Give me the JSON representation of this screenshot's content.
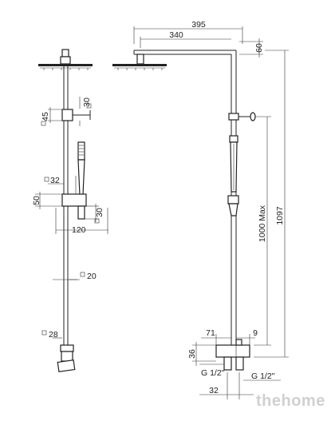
{
  "dimensions": {
    "width_total": "395",
    "width_arm": "340",
    "arm_height": "60",
    "height_total": "1097",
    "height_adjust": "1000 Max",
    "head_connector": "30",
    "clamp_width": "45",
    "bracket_width": "32",
    "bracket_height": "50",
    "bracket_side": "30",
    "bracket_depth": "120",
    "pipe_diameter": "20",
    "base_diameter": "28",
    "mixer_offset": "71",
    "mixer_gap": "9",
    "mixer_height": "36",
    "inlet_left": "G 1/2\"",
    "inlet_right": "G 1/2\"",
    "inlet_spacing": "32"
  },
  "watermark": "thehome"
}
